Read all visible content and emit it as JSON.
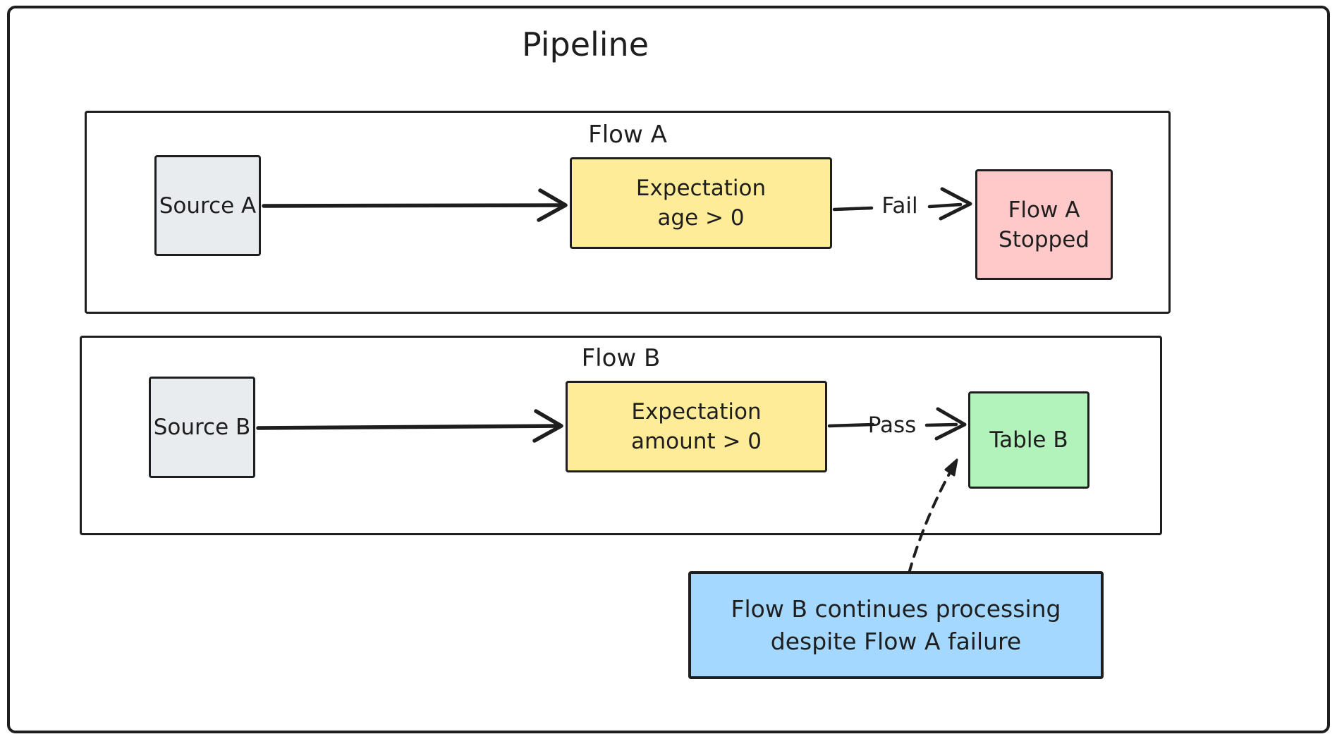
{
  "title": "Pipeline",
  "colors": {
    "ink": "#1e1e1e",
    "source_fill": "#e9ecef",
    "expectation_fill": "#ffec99",
    "stopped_fill": "#ffc9c9",
    "table_fill": "#b2f2bb",
    "note_fill": "#a5d8ff"
  },
  "flow_a": {
    "label": "Flow A",
    "source_label": "Source A",
    "expectation": {
      "line1": "Expectation",
      "line2": "age > 0"
    },
    "edge_label": "Fail",
    "result": {
      "line1": "Flow A",
      "line2": "Stopped"
    }
  },
  "flow_b": {
    "label": "Flow B",
    "source_label": "Source B",
    "expectation": {
      "line1": "Expectation",
      "line2": "amount > 0"
    },
    "edge_label": "Pass",
    "result_label": "Table B"
  },
  "note": {
    "line1": "Flow B continues processing",
    "line2": "despite Flow A failure"
  }
}
